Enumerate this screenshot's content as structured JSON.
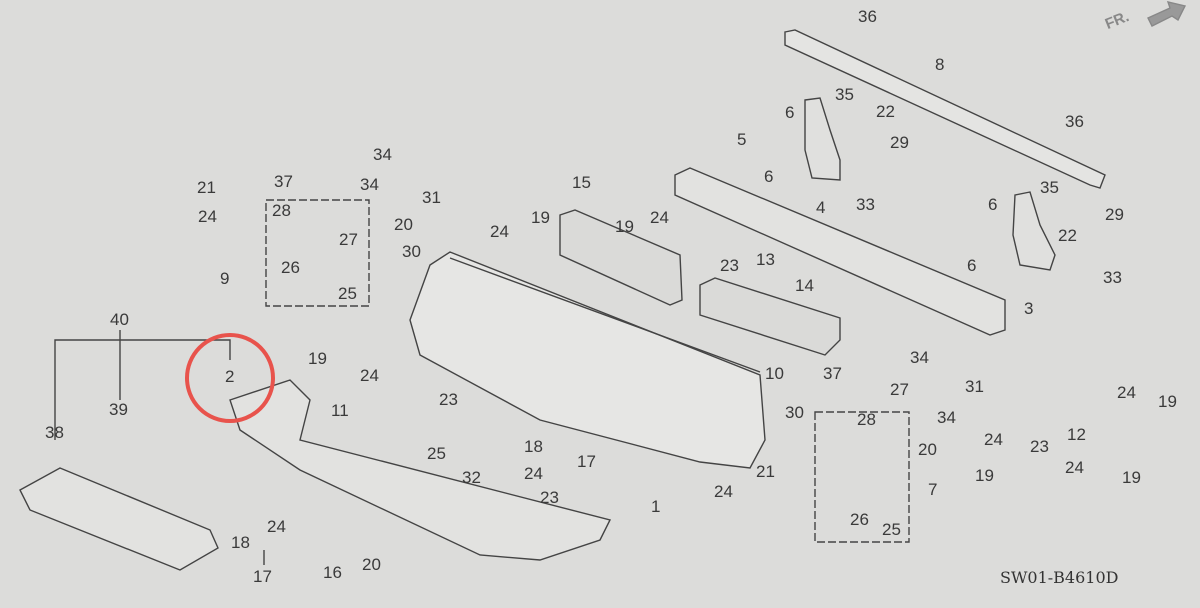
{
  "diagram": {
    "drawing_code": "SW01-B4610D",
    "direction_label": "FR.",
    "highlight_color": "#e8534c",
    "highlighted_part": "2",
    "callouts": [
      "36",
      "8",
      "35",
      "22",
      "36",
      "6",
      "29",
      "5",
      "34",
      "21",
      "37",
      "34",
      "31",
      "15",
      "6",
      "4",
      "33",
      "35",
      "29",
      "6",
      "22",
      "28",
      "24",
      "20",
      "27",
      "19",
      "24",
      "19",
      "24",
      "30",
      "13",
      "23",
      "6",
      "33",
      "9",
      "26",
      "25",
      "14",
      "3",
      "40",
      "2",
      "19",
      "24",
      "10",
      "23",
      "37",
      "34",
      "27",
      "31",
      "24",
      "19",
      "39",
      "38",
      "11",
      "30",
      "28",
      "34",
      "20",
      "12",
      "24",
      "23",
      "18",
      "25",
      "17",
      "24",
      "32",
      "21",
      "24",
      "19",
      "19",
      "23",
      "24",
      "7",
      "1",
      "24",
      "18",
      "26",
      "25",
      "17",
      "16",
      "20"
    ]
  }
}
